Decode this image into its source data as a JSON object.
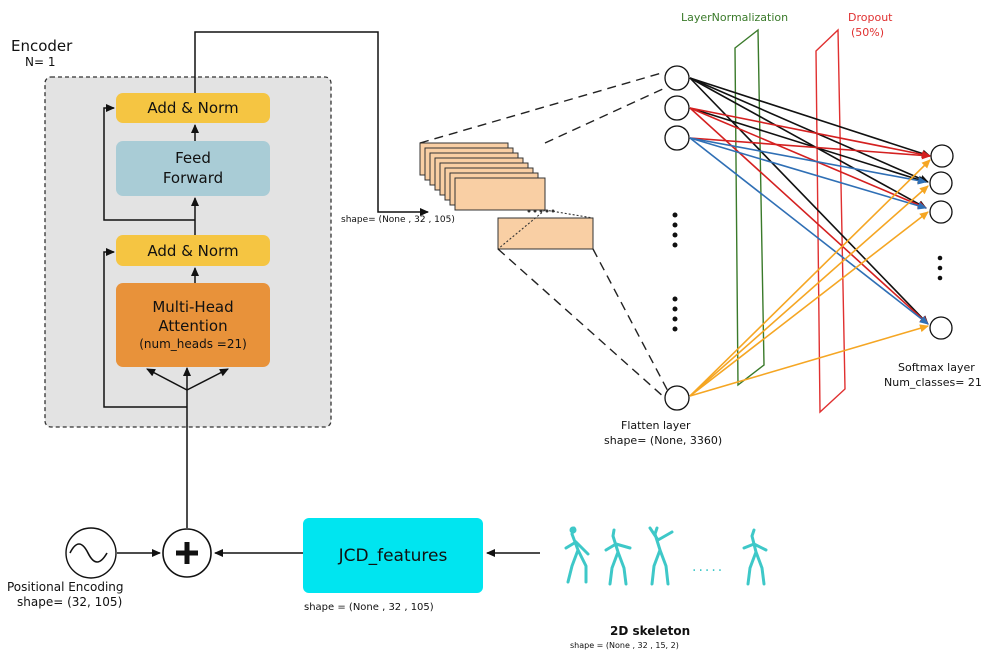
{
  "encoder": {
    "title": "Encoder",
    "n_label": "N= 1",
    "add_norm_top": "Add & Norm",
    "feed_forward_line1": "Feed",
    "feed_forward_line2": "Forward",
    "add_norm_bottom": "Add & Norm",
    "mha_line1": "Multi-Head",
    "mha_line2": "Attention",
    "mha_line3": "(num_heads =21)"
  },
  "encoder_output_shape": "shape= (None , 32 , 105)",
  "flatten": {
    "label": "Flatten layer",
    "shape": "shape= (None, 3360)"
  },
  "layer_normalization": "LayerNormalization",
  "dropout": {
    "label": "Dropout",
    "rate": "(50%)"
  },
  "softmax": {
    "label": "Softmax layer",
    "classes": "Num_classes= 21"
  },
  "positional_encoding": {
    "label": "Positional Encoding",
    "shape": "shape= (32, 105)"
  },
  "jcd": {
    "label": "JCD_features",
    "shape": "shape = (None , 32 , 105)"
  },
  "skeleton": {
    "label": "2D skeleton",
    "shape": "shape = (None , 32 , 15, 2)",
    "ellipsis": "....."
  },
  "colors": {
    "add_norm": "#f5c542",
    "feed_forward": "#a9ccd6",
    "mha": "#e8923a",
    "encoder_bg": "#e3e3e3",
    "feature_map": "#f9cfa4",
    "jcd_box": "#00e5f0",
    "skeleton": "#3ec8c8",
    "layernorm_line": "#3a7a2a",
    "dropout_line": "#e03030",
    "conn_black": "#111111",
    "conn_red": "#d42020",
    "conn_blue": "#2f6fb5",
    "conn_orange": "#f5a623"
  }
}
